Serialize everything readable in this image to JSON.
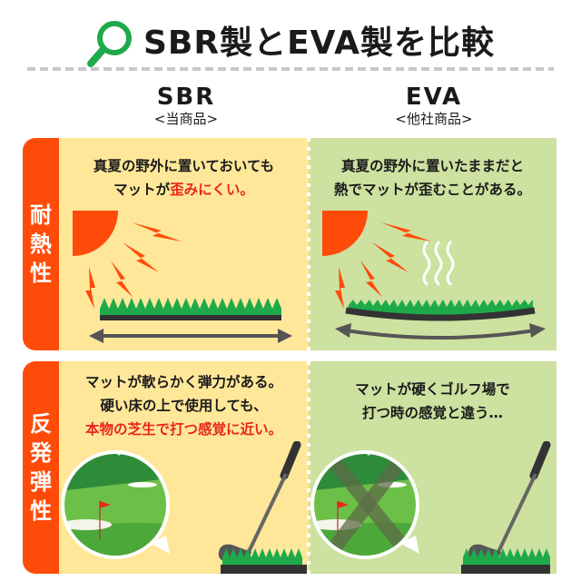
{
  "header": {
    "title": "SBR製とEVA製を比較",
    "icon": "magnifier-icon"
  },
  "columns": [
    {
      "name": "SBR",
      "sub": "<当商品>"
    },
    {
      "name": "EVA",
      "sub": "<他社商品>"
    }
  ],
  "sections": [
    {
      "label": [
        "耐",
        "熱",
        "性"
      ],
      "sbr": {
        "line1": "真夏の野外に置いておいても",
        "line2_prefix": "マットが",
        "line2_red": "歪みにくい。"
      },
      "eva": {
        "line1": "真夏の野外に置いたままだと",
        "line2": "熱でマットが歪むことがある。"
      }
    },
    {
      "label": [
        "反",
        "発",
        "弾",
        "性"
      ],
      "sbr": {
        "line1": "マットが軟らかく弾力がある。",
        "line2": "硬い床の上で使用しても、",
        "line3_red": "本物の芝生で打つ感覚に近い。"
      },
      "eva": {
        "line1": "マットが硬くゴルフ場で",
        "line2": "打つ時の感覚と違う…"
      }
    }
  ],
  "colors": {
    "label_bg": "#ff4b0a",
    "sbr_bg": "#ffe79a",
    "eva_bg": "#cde1a0",
    "accent_green": "#1eaa4a",
    "highlight_red": "#e8261b"
  }
}
